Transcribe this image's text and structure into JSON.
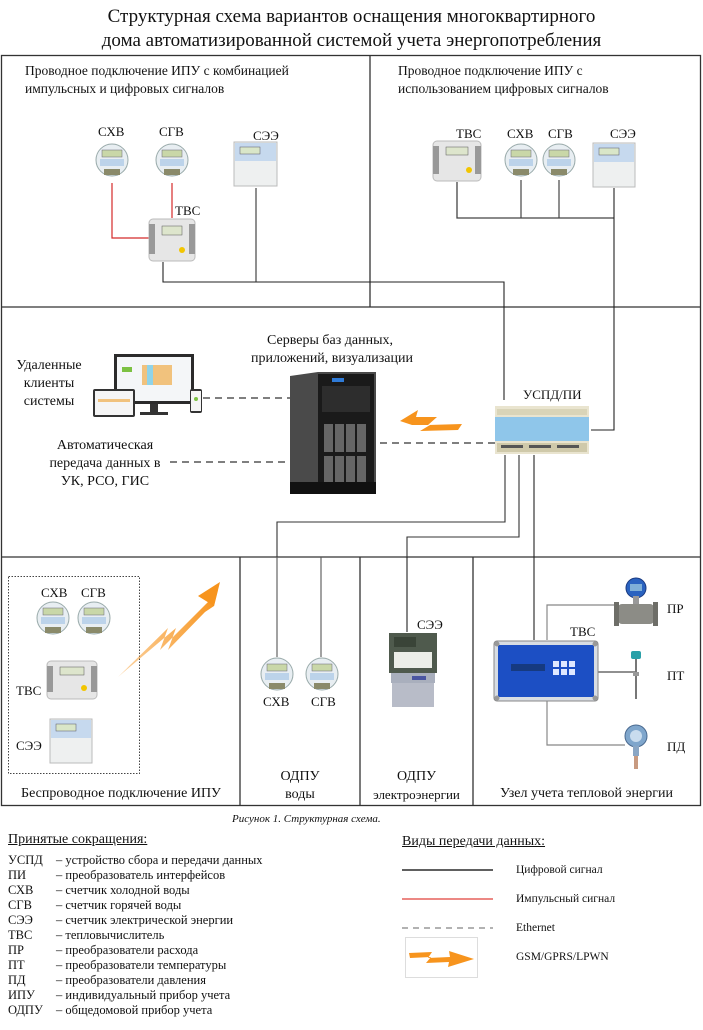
{
  "title": {
    "line1": "Структурная схема вариантов оснащения многоквартирного",
    "line2": "дома автоматизированной системой учета энергопотребления"
  },
  "sections": {
    "wired_mixed": {
      "title_line1": "Проводное подключение ИПУ с комбинацией",
      "title_line2": "импульсных и цифровых сигналов",
      "devices": [
        "СХВ",
        "СГВ",
        "СЭЭ",
        "ТВС"
      ]
    },
    "wired_digital": {
      "title_line1": "Проводное подключение ИПУ с",
      "title_line2": "использованием цифровых сигналов",
      "devices": [
        "ТВС",
        "СХВ",
        "СГВ",
        "СЭЭ"
      ]
    },
    "servers": {
      "server_label_line1": "Серверы баз данных,",
      "server_label_line2": "приложений,  визуализации",
      "clients_line1": "Удаленные",
      "clients_line2": "клиенты",
      "clients_line3": "системы",
      "auto_line1": "Автоматическая",
      "auto_line2": "передача данных в",
      "auto_line3": "УК, РСО, ГИС",
      "uspd_label": "УСПД/ПИ"
    },
    "wireless": {
      "devices": [
        "СХВ",
        "СГВ",
        "ТВС",
        "СЭЭ"
      ],
      "caption": "Беспроводное подключение ИПУ"
    },
    "odpu_water": {
      "devices": [
        "СХВ",
        "СГВ"
      ],
      "caption_line1": "ОДПУ",
      "caption_line2": "воды"
    },
    "odpu_electric": {
      "device": "СЭЭ",
      "caption_line1": "ОДПУ",
      "caption_line2": "электроэнергии"
    },
    "heat_node": {
      "tvs": "ТВС",
      "sensors": [
        "ПР",
        "ПТ",
        "ПД"
      ],
      "caption": "Узел учета тепловой энергии"
    }
  },
  "figure_caption": "Рисунок 1. Структурная схема.",
  "abbreviations": {
    "heading": "Принятые сокращения:",
    "items": [
      {
        "abbr": "УСПД",
        "desc": "– устройство сбора и передачи данных"
      },
      {
        "abbr": "ПИ",
        "desc": "– преобразователь интерфейсов"
      },
      {
        "abbr": "СХВ",
        "desc": "– счетчик холодной воды"
      },
      {
        "abbr": "СГВ",
        "desc": "– счетчик горячей воды"
      },
      {
        "abbr": "СЭЭ",
        "desc": "– счетчик электрической энергии"
      },
      {
        "abbr": "ТВС",
        "desc": "– тепловычислитель"
      },
      {
        "abbr": "ПР",
        "desc": "– преобразователи расхода"
      },
      {
        "abbr": "ПТ",
        "desc": "– преобразователи температуры"
      },
      {
        "abbr": "ПД",
        "desc": "– преобразователи давления"
      },
      {
        "abbr": "ИПУ",
        "desc": "– индивидуальный прибор учета"
      },
      {
        "abbr": "ОДПУ",
        "desc": "– общедомовой прибор учета"
      }
    ]
  },
  "transfer_types": {
    "heading": "Виды передачи данных:",
    "items": [
      {
        "label": "Цифровой сигнал",
        "style": "solid",
        "color": "#000000"
      },
      {
        "label": "Импульсный сигнал",
        "style": "solid",
        "color": "#e0403a"
      },
      {
        "label": "Ethernet",
        "style": "dashed",
        "color": "#888888"
      },
      {
        "label": "GSM/GPRS/LPWN",
        "style": "arrow",
        "color": "#f7941d"
      }
    ]
  },
  "colors": {
    "digital": "#000000",
    "pulse": "#d42a2a",
    "ethernet": "#444444",
    "wireless": "#f7941d",
    "border": "#333333"
  }
}
